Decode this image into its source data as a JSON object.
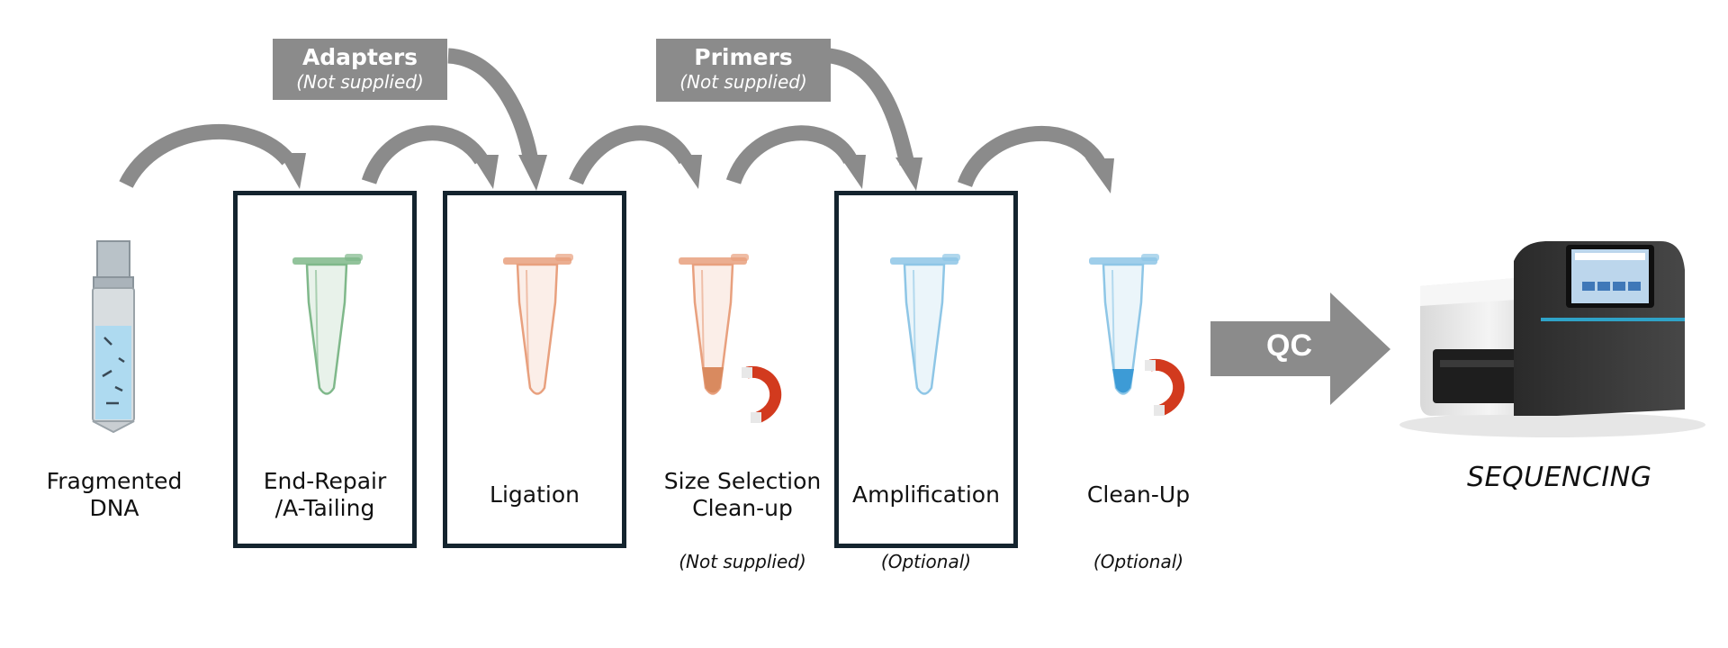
{
  "reagents": {
    "adapters": {
      "title": "Adapters",
      "note": "(Not supplied)"
    },
    "primers": {
      "title": "Primers",
      "note": "(Not supplied)"
    }
  },
  "steps": [
    {
      "line1": "Fragmented",
      "line2": "DNA",
      "note": ""
    },
    {
      "line1": "End-Repair",
      "line2": "/A-Tailing",
      "note": ""
    },
    {
      "line1": "Ligation",
      "line2": "",
      "note": ""
    },
    {
      "line1": "Size Selection",
      "line2": "Clean-up",
      "note": "(Not supplied)"
    },
    {
      "line1": "Amplification",
      "line2": "",
      "note": "(Optional)"
    },
    {
      "line1": "Clean-Up",
      "line2": "",
      "note": "(Optional)"
    }
  ],
  "qc": {
    "label": "QC"
  },
  "sequencing": {
    "label": "SEQUENCING"
  },
  "colors": {
    "arrow": "#8b8b8b",
    "box_border": "#14242e",
    "tube_green": "#7fb88a",
    "tube_orange": "#e8a07e",
    "tube_blue": "#8ec6e6",
    "magnet_red": "#d23a1e"
  },
  "icons": [
    "dna-vial-icon",
    "tube-icon",
    "magnet-icon",
    "sequencer-icon",
    "curved-arrow-icon",
    "qc-arrow-icon"
  ]
}
